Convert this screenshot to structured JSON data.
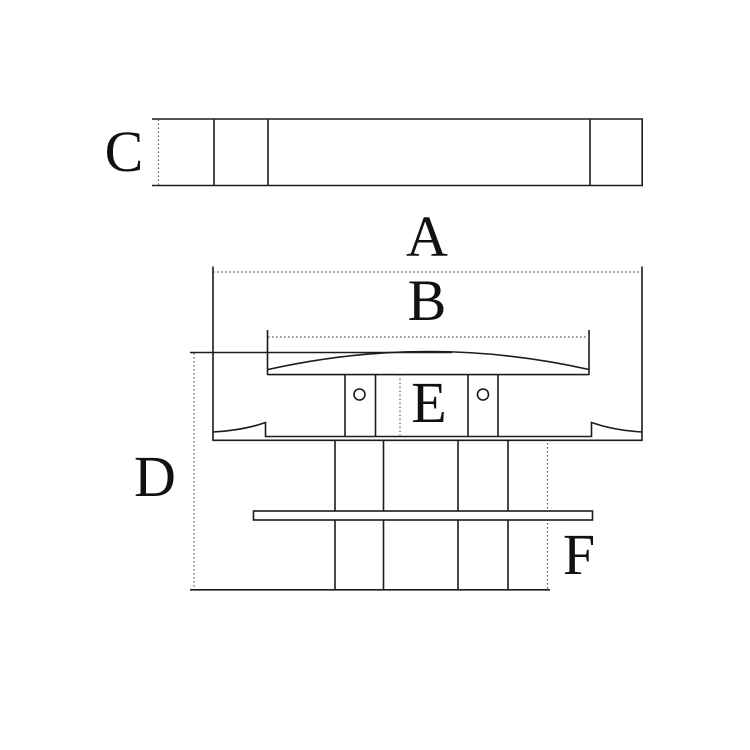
{
  "diagram": {
    "type": "technical-dimension-drawing",
    "subject": "cleat-with-mounting-studs",
    "views": {
      "top_view": {
        "description": "long flat bar seen from side",
        "dimension_labels": [
          "C"
        ]
      },
      "front_view": {
        "description": "cleat body with curved top bar, base, studs and backing plate",
        "dimension_labels": [
          "A",
          "B",
          "D",
          "E",
          "F"
        ]
      }
    },
    "labels": {
      "A": "A",
      "B": "B",
      "C": "C",
      "D": "D",
      "E": "E",
      "F": "F"
    },
    "colors": {
      "background": "#ffffff",
      "line": "#1c1c1c",
      "dim_dotted_line": "#5f5f5f",
      "text": "#111111"
    }
  }
}
